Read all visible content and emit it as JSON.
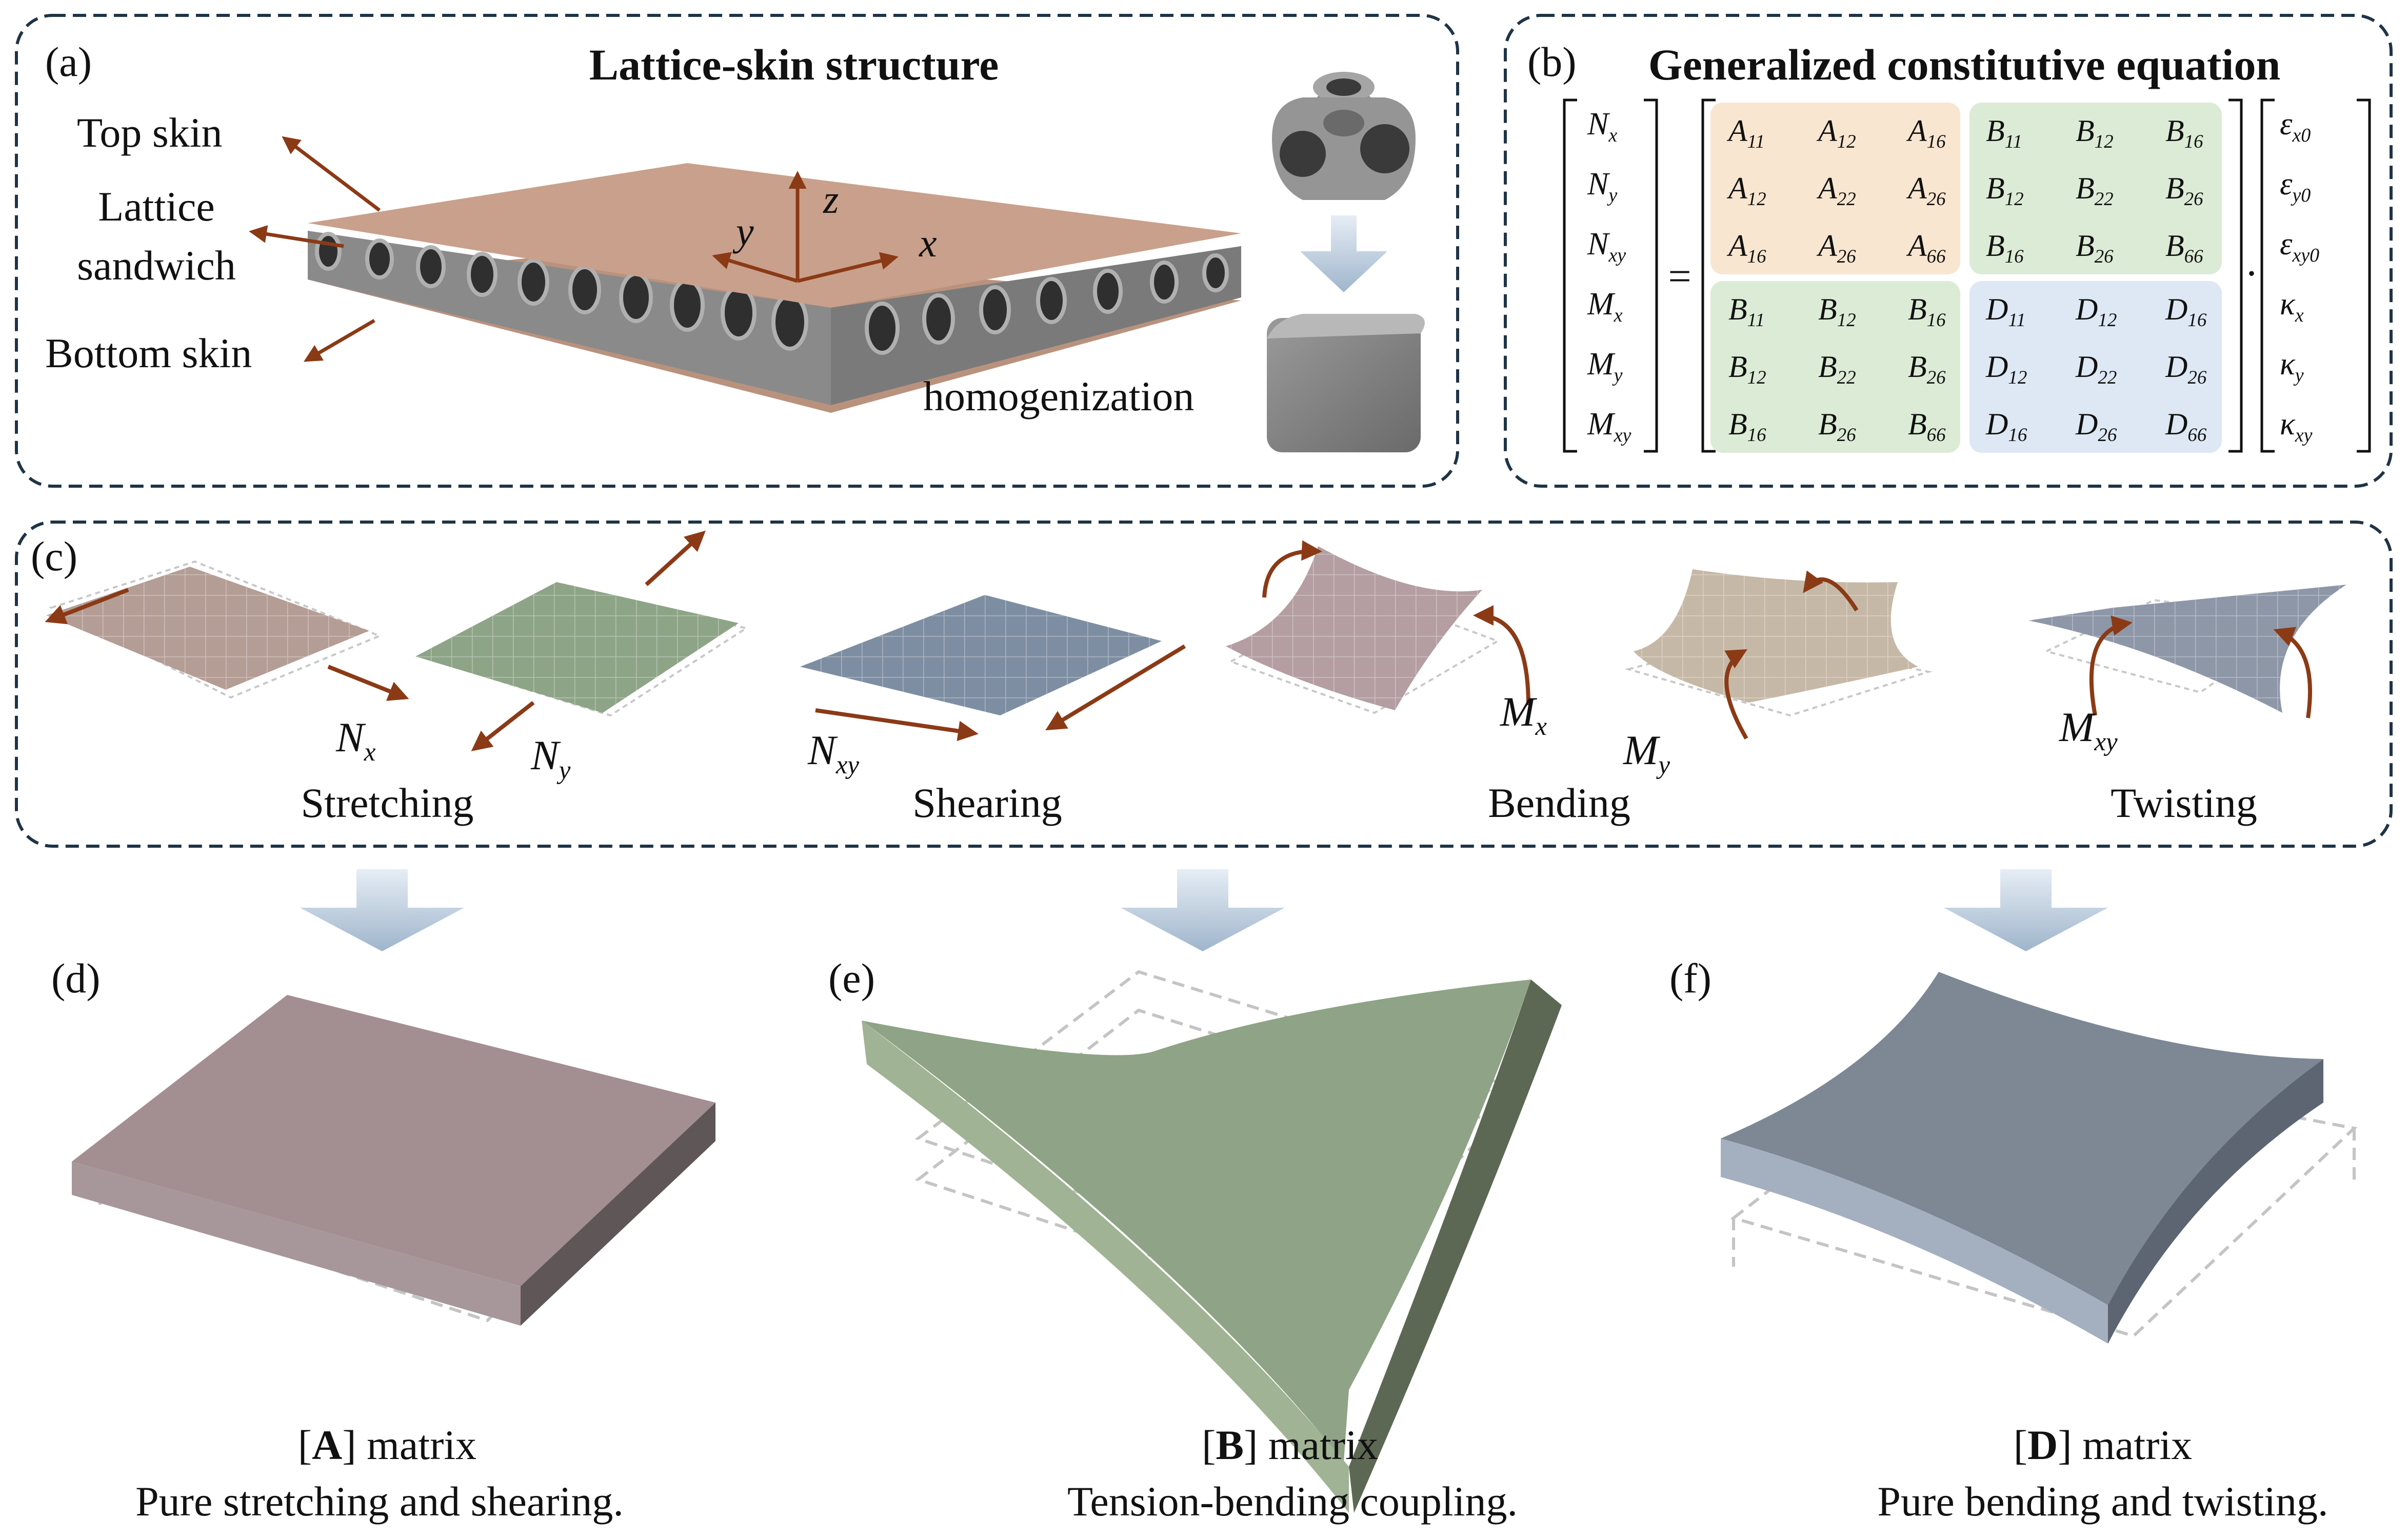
{
  "panel_a": {
    "label": "(a)",
    "title": "Lattice-skin structure",
    "top_skin": "Top skin",
    "lattice_sandwich_line1": "Lattice",
    "lattice_sandwich_line2": "sandwich",
    "bottom_skin": "Bottom skin",
    "axis_x": "x",
    "axis_y": "y",
    "axis_z": "z",
    "homogenization": "homogenization"
  },
  "panel_b": {
    "label": "(b)",
    "title": "Generalized constitutive equation",
    "equals": "=",
    "dot": "·",
    "force_vector": [
      {
        "base": "N",
        "sub": "x"
      },
      {
        "base": "N",
        "sub": "y"
      },
      {
        "base": "N",
        "sub": "xy"
      },
      {
        "base": "M",
        "sub": "x"
      },
      {
        "base": "M",
        "sub": "y"
      },
      {
        "base": "M",
        "sub": "xy"
      }
    ],
    "matrix_A": [
      [
        {
          "base": "A",
          "sub": "11"
        },
        {
          "base": "A",
          "sub": "12"
        },
        {
          "base": "A",
          "sub": "16"
        }
      ],
      [
        {
          "base": "A",
          "sub": "12"
        },
        {
          "base": "A",
          "sub": "22"
        },
        {
          "base": "A",
          "sub": "26"
        }
      ],
      [
        {
          "base": "A",
          "sub": "16"
        },
        {
          "base": "A",
          "sub": "26"
        },
        {
          "base": "A",
          "sub": "66"
        }
      ]
    ],
    "matrix_B_top": [
      [
        {
          "base": "B",
          "sub": "11"
        },
        {
          "base": "B",
          "sub": "12"
        },
        {
          "base": "B",
          "sub": "16"
        }
      ],
      [
        {
          "base": "B",
          "sub": "12"
        },
        {
          "base": "B",
          "sub": "22"
        },
        {
          "base": "B",
          "sub": "26"
        }
      ],
      [
        {
          "base": "B",
          "sub": "16"
        },
        {
          "base": "B",
          "sub": "26"
        },
        {
          "base": "B",
          "sub": "66"
        }
      ]
    ],
    "matrix_B_bottom": [
      [
        {
          "base": "B",
          "sub": "11"
        },
        {
          "base": "B",
          "sub": "12"
        },
        {
          "base": "B",
          "sub": "16"
        }
      ],
      [
        {
          "base": "B",
          "sub": "12"
        },
        {
          "base": "B",
          "sub": "22"
        },
        {
          "base": "B",
          "sub": "26"
        }
      ],
      [
        {
          "base": "B",
          "sub": "16"
        },
        {
          "base": "B",
          "sub": "26"
        },
        {
          "base": "B",
          "sub": "66"
        }
      ]
    ],
    "matrix_D": [
      [
        {
          "base": "D",
          "sub": "11"
        },
        {
          "base": "D",
          "sub": "12"
        },
        {
          "base": "D",
          "sub": "16"
        }
      ],
      [
        {
          "base": "D",
          "sub": "12"
        },
        {
          "base": "D",
          "sub": "22"
        },
        {
          "base": "D",
          "sub": "26"
        }
      ],
      [
        {
          "base": "D",
          "sub": "16"
        },
        {
          "base": "D",
          "sub": "26"
        },
        {
          "base": "D",
          "sub": "66"
        }
      ]
    ],
    "strain_vector": [
      {
        "base": "ε",
        "sub": "x0"
      },
      {
        "base": "ε",
        "sub": "y0"
      },
      {
        "base": "ε",
        "sub": "xy0"
      },
      {
        "base": "κ",
        "sub": "x"
      },
      {
        "base": "κ",
        "sub": "y"
      },
      {
        "base": "κ",
        "sub": "xy"
      }
    ]
  },
  "panel_c": {
    "label": "(c)",
    "load_Nx": {
      "base": "N",
      "sub": "x"
    },
    "load_Ny": {
      "base": "N",
      "sub": "y"
    },
    "load_Nxy": {
      "base": "N",
      "sub": "xy"
    },
    "load_Mx": {
      "base": "M",
      "sub": "x"
    },
    "load_My": {
      "base": "M",
      "sub": "y"
    },
    "load_Mxy": {
      "base": "M",
      "sub": "xy"
    },
    "stretching": "Stretching",
    "shearing": "Shearing",
    "bending": "Bending",
    "twisting": "Twisting"
  },
  "panel_d": {
    "label": "(d)",
    "matrix_open": "[",
    "matrix_letter": "A",
    "matrix_close": "] matrix",
    "caption": "Pure stretching and shearing."
  },
  "panel_e": {
    "label": "(e)",
    "matrix_open": "[",
    "matrix_letter": "B",
    "matrix_close": "] matrix",
    "caption": "Tension-bending coupling."
  },
  "panel_f": {
    "label": "(f)",
    "matrix_open": "[",
    "matrix_letter": "D",
    "matrix_close": "] matrix",
    "caption": "Pure bending and twisting."
  },
  "colors": {
    "arrow": "#8b3a16",
    "skin": "#c9a08c",
    "matrix_A_bg": "#f8e6d0",
    "matrix_B_bg": "#dcebd6",
    "matrix_D_bg": "#dde8f4",
    "plate_d": "#a38e92",
    "plate_e": "#8fa386",
    "plate_f": "#7d8894",
    "down_arrow": "#b3c6da"
  }
}
